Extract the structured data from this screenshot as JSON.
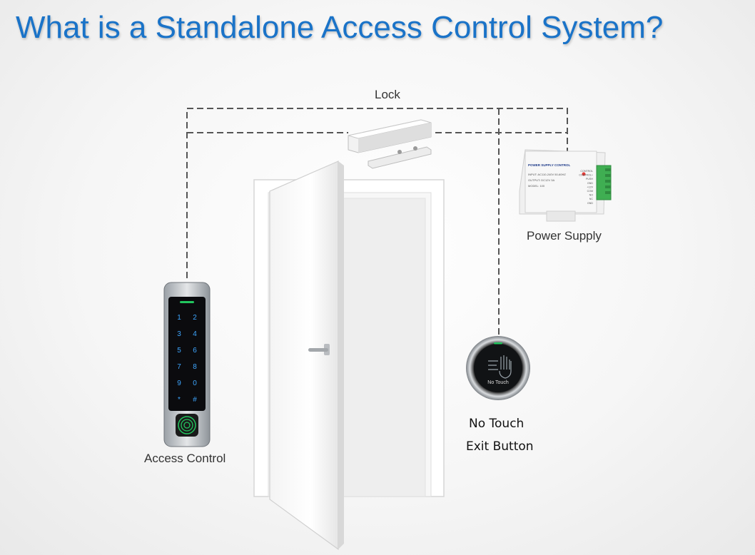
{
  "title": "What is a Standalone Access Control System?",
  "labels": {
    "lock": "Lock",
    "power_supply": "Power Supply",
    "access_control": "Access Control",
    "exit_button_line1": "No Touch",
    "exit_button_line2": "Exit Button"
  },
  "keypad": {
    "keys": [
      "1",
      "2",
      "3",
      "4",
      "5",
      "6",
      "7",
      "8",
      "9",
      "0",
      "*",
      "#"
    ]
  },
  "exit_button_text": "No Touch",
  "power_supply_panel": {
    "heading": "POWER SUPPLY CONTROL",
    "lines": [
      "INPUT: AC110-240V 50-60HZ",
      "OUTPUT: DC12V 3A",
      "MODEL: 100"
    ],
    "terminals": [
      "CONTROL",
      "CONTROL+",
      "PUSH",
      "GND",
      "+12V",
      "COM",
      "NO",
      "NC",
      "GND"
    ]
  },
  "colors": {
    "title": "#1a73c8",
    "wire": "#555555",
    "keypad_glow": "#3ea6ff",
    "fingerprint": "#22c55e"
  }
}
